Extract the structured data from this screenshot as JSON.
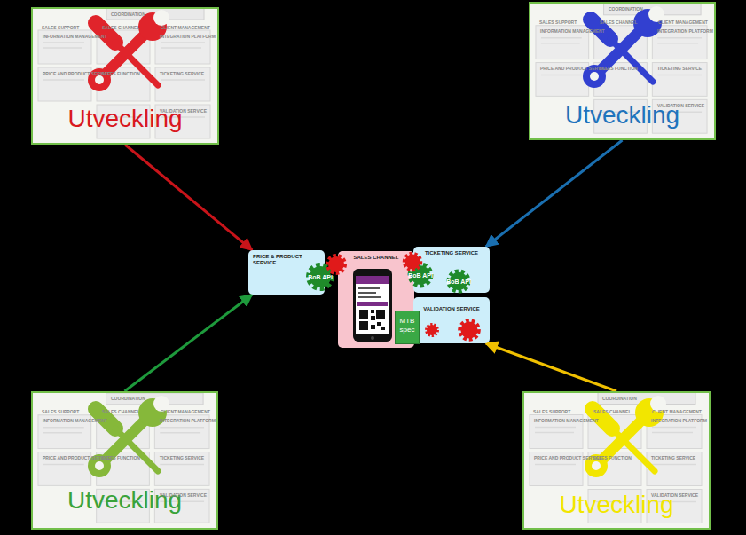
{
  "diagram": {
    "nodes": [
      {
        "text": [
          "Utveckling"
        ]
      },
      {
        "text": [
          "Utveckling"
        ]
      },
      {
        "text": [
          "PRICE & PRODUCT SERVICE"
        ]
      },
      {
        "text": [
          "SALES CHANNEL"
        ]
      },
      {
        "text": [
          "TICKETING SERVICE"
        ]
      },
      {
        "text": [
          "VALIDATION SERVICE"
        ]
      },
      {
        "text": [
          "MTB spec"
        ]
      },
      {
        "text": [
          "Utveckling"
        ]
      },
      {
        "text": [
          "Utveckling"
        ]
      }
    ],
    "edges": [
      {
        "from": 0,
        "to": 2,
        "arrow": "to"
      },
      {
        "from": 1,
        "to": 4,
        "arrow": "to"
      },
      {
        "from": 7,
        "to": 2,
        "arrow": "to"
      },
      {
        "from": 8,
        "to": 5,
        "arrow": "to"
      }
    ],
    "labels": [
      "COORDINATION",
      "SALES SUPPORT",
      "SALES CHANNEL",
      "CLIENT MANAGEMENT",
      "INFORMATION MANAGEMENT",
      "INTEGRATION PLATFORM",
      "PRICE AND PRODUCT SERVICE",
      "SALES FUNCTION",
      "TICKETING SERVICE",
      "VALIDATION SERVICE",
      "COORDINATION",
      "SALES SUPPORT",
      "SALES CHANNEL",
      "CLIENT MANAGEMENT",
      "INFORMATION MANAGEMENT",
      "INTEGRATION PLATFORM",
      "PRICE AND PRODUCT SERVICE",
      "SALES FUNCTION",
      "TICKETING SERVICE",
      "VALIDATION SERVICE",
      "COORDINATION",
      "SALES SUPPORT",
      "SALES CHANNEL",
      "CLIENT MANAGEMENT",
      "INFORMATION MANAGEMENT",
      "INTEGRATION PLATFORM",
      "PRICE AND PRODUCT SERVICE",
      "SALES FUNCTION",
      "TICKETING SERVICE",
      "VALIDATION SERVICE",
      "COORDINATION",
      "SALES SUPPORT",
      "SALES CHANNEL",
      "CLIENT MANAGEMENT",
      "INFORMATION MANAGEMENT",
      "INTEGRATION PLATFORM",
      "PRICE AND PRODUCT SERVICE",
      "SALES FUNCTION",
      "TICKETING SERVICE",
      "VALIDATION SERVICE",
      "BoB API",
      "BoB API",
      "BoB API"
    ]
  }
}
